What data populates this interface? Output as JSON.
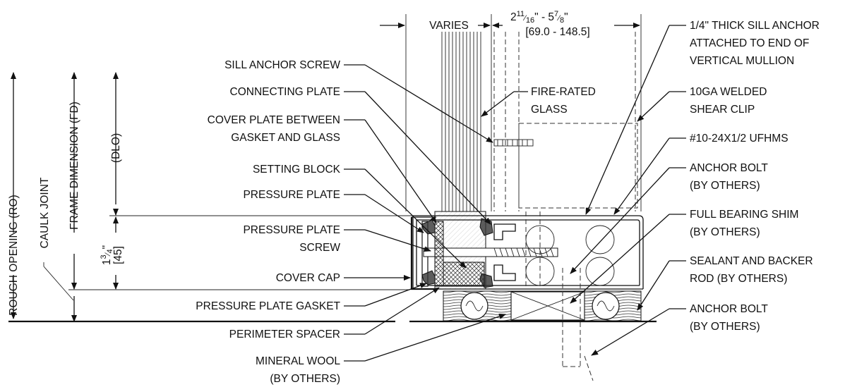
{
  "dimensions": {
    "varies": "VARIES",
    "depth_whole": "2",
    "depth_frac_num": "11",
    "depth_frac_den": "16",
    "depth_sep": "\" - 5",
    "depth_frac2_num": "7",
    "depth_frac2_den": "8",
    "depth_inch": "\"",
    "depth_metric": "[69.0 - 148.5]",
    "sill_whole": "1",
    "sill_frac_num": "3",
    "sill_frac_den": "4",
    "sill_inch": "\"",
    "sill_metric": "[45]"
  },
  "vertical_labels": {
    "rough_opening": "ROUGH OPENING (RO)",
    "caulk_joint": "CAULK JOINT",
    "frame_dimension": "FRAME DIMENSION (FD)",
    "dlo": "(DLO)"
  },
  "callouts_left": {
    "sill_anchor_screw": "SILL ANCHOR SCREW",
    "connecting_plate": "CONNECTING PLATE",
    "cover_plate_1": "COVER PLATE BETWEEN",
    "cover_plate_2": "GASKET AND GLASS",
    "setting_block": "SETTING BLOCK",
    "pressure_plate": "PRESSURE PLATE",
    "pressure_plate_screw_1": "PRESSURE PLATE",
    "pressure_plate_screw_2": "SCREW",
    "cover_cap": "COVER CAP",
    "pressure_plate_gasket": "PRESSURE PLATE GASKET",
    "perimeter_spacer": "PERIMETER SPACER",
    "mineral_wool_1": "MINERAL WOOL",
    "mineral_wool_2": "(BY OTHERS)"
  },
  "callouts_center": {
    "fire_rated_1": "FIRE-RATED",
    "fire_rated_2": "GLASS"
  },
  "callouts_right": {
    "sill_anchor_1": "1/4\" THICK SILL ANCHOR",
    "sill_anchor_2": "ATTACHED TO END OF",
    "sill_anchor_3": "VERTICAL MULLION",
    "shear_clip_1": "10GA WELDED",
    "shear_clip_2": "SHEAR CLIP",
    "ufhms": "#10-24X1/2 UFHMS",
    "anchor_bolt_a_1": "ANCHOR BOLT",
    "anchor_bolt_a_2": "(BY OTHERS)",
    "shim_1": "FULL BEARING SHIM",
    "shim_2": "(BY OTHERS)",
    "sealant_1": "SEALANT AND BACKER",
    "sealant_2": "ROD (BY OTHERS)",
    "anchor_bolt_b_1": "ANCHOR BOLT",
    "anchor_bolt_b_2": "(BY OTHERS)"
  }
}
